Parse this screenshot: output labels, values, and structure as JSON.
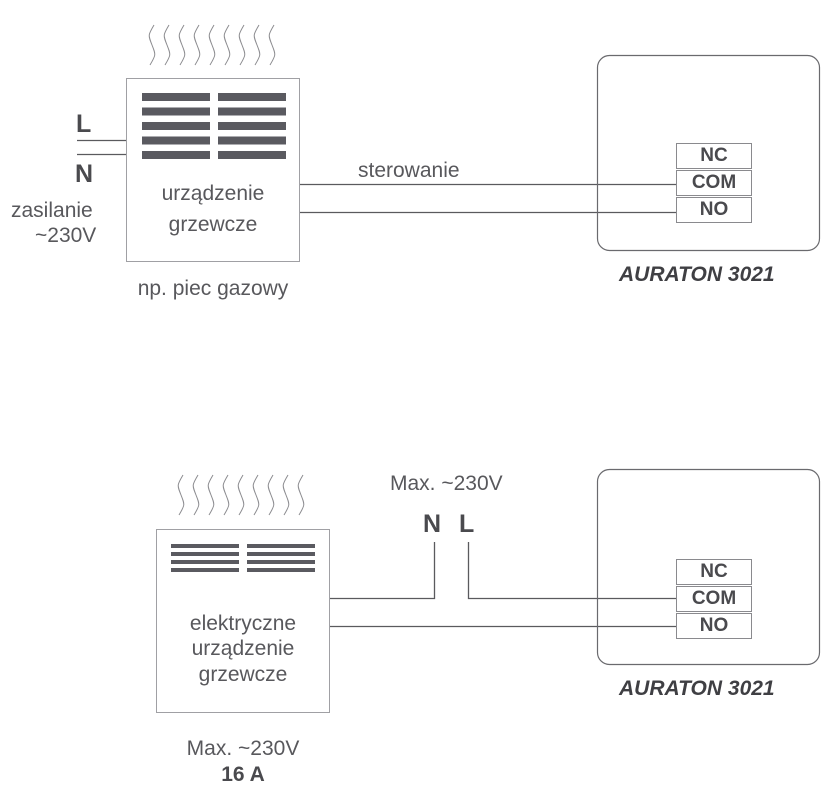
{
  "colors": {
    "line": "#5a5a5e",
    "box_border": "#a0a0a4",
    "grille": "#5a5a60",
    "heat_wave": "#8c8c90",
    "text": "#555559"
  },
  "top_diagram": {
    "supply_L": "L",
    "supply_N": "N",
    "supply_label_line1": "zasilanie",
    "supply_label_line2": "~230V",
    "device_line1": "urządzenie",
    "device_line2": "grzewcze",
    "device_caption": "np. piec gazowy",
    "control_label": "sterowanie",
    "terminals": [
      "NC",
      "COM",
      "NO"
    ],
    "thermostat_model": "AURATON 3021",
    "icons": [
      "heat-wave-icon",
      "grille-icon"
    ]
  },
  "bottom_diagram": {
    "supply_label": "Max. ~230V",
    "supply_N": "N",
    "supply_L": "L",
    "device_line1": "elektryczne",
    "device_line2": "urządzenie",
    "device_line3": "grzewcze",
    "device_caption_line1": "Max. ~230V",
    "device_caption_line2": "16 A",
    "terminals": [
      "NC",
      "COM",
      "NO"
    ],
    "thermostat_model": "AURATON 3021",
    "icons": [
      "heat-wave-icon",
      "grille-icon"
    ]
  }
}
